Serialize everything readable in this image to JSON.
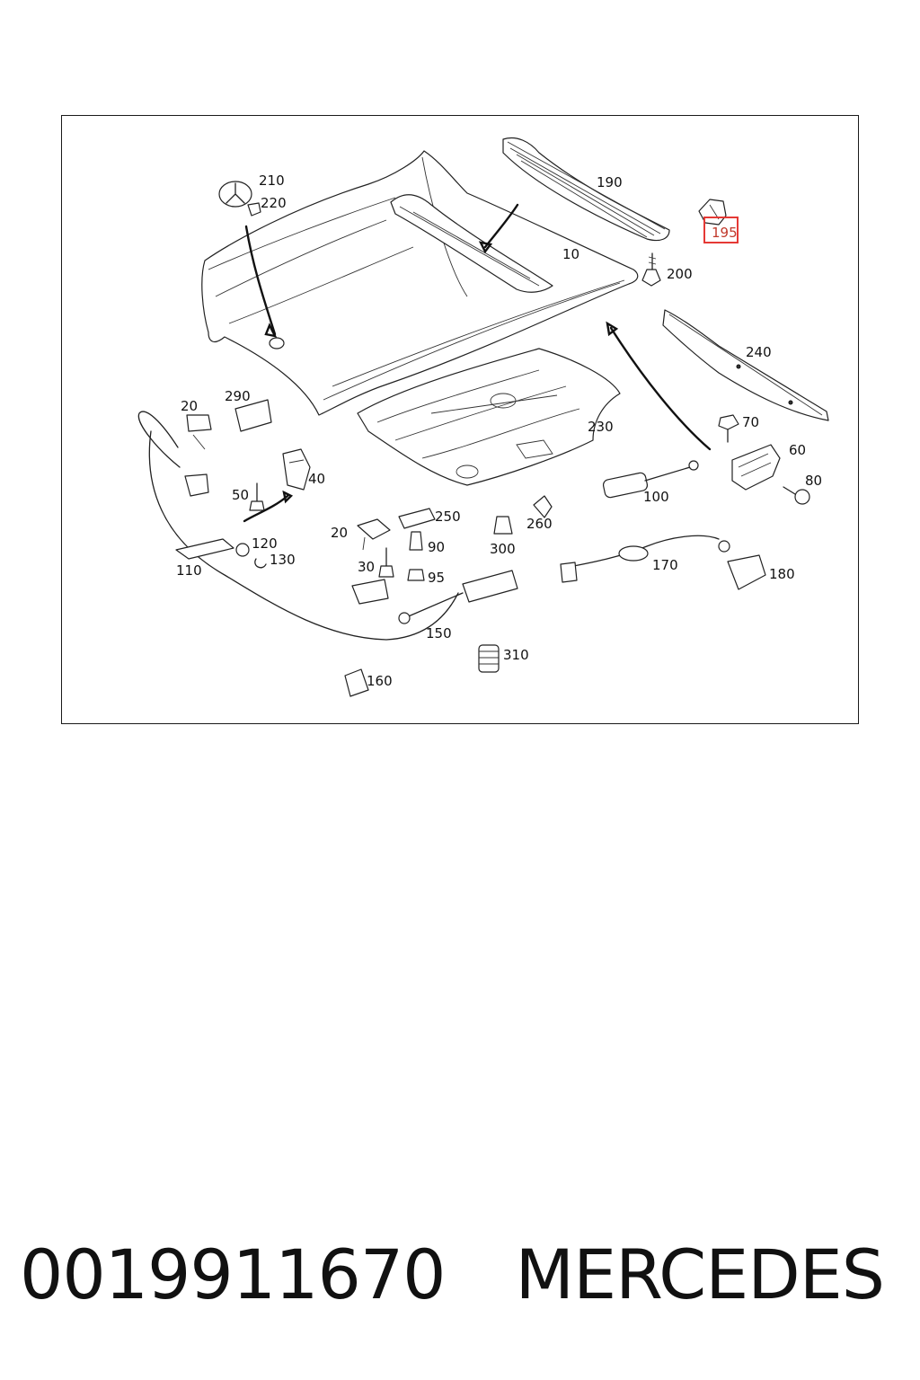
{
  "diagram": {
    "callouts": {
      "c10": "10",
      "c20a": "20",
      "c20b": "20",
      "c30": "30",
      "c40": "40",
      "c50": "50",
      "c60": "60",
      "c70": "70",
      "c80": "80",
      "c90": "90",
      "c95": "95",
      "c100": "100",
      "c110": "110",
      "c120": "120",
      "c130": "130",
      "c150": "150",
      "c160": "160",
      "c170": "170",
      "c180": "180",
      "c190": "190",
      "c195": "195",
      "c200": "200",
      "c210": "210",
      "c220": "220",
      "c230": "230",
      "c240": "240",
      "c250": "250",
      "c260": "260",
      "c290": "290",
      "c300": "300",
      "c310": "310"
    },
    "highlighted_callout": "195",
    "highlight_color": "#e53935"
  },
  "caption": {
    "part_number": "0019911670",
    "brand": "MERCEDES"
  }
}
